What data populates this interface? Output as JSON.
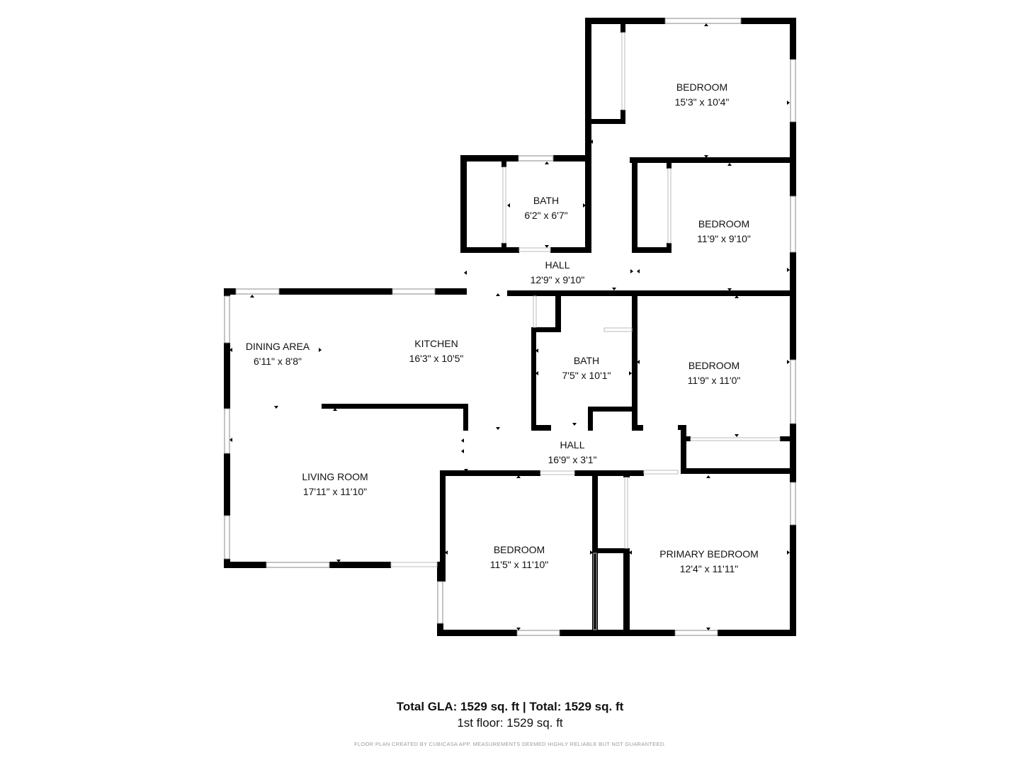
{
  "rooms": {
    "bedroom_top": {
      "name": "BEDROOM",
      "size": "15'3\" x 10'4\""
    },
    "bath_top": {
      "name": "BATH",
      "size": "6'2\" x 6'7\""
    },
    "bedroom_mid": {
      "name": "BEDROOM",
      "size": "11'9\" x 9'10\""
    },
    "hall_upper": {
      "name": "HALL",
      "size": "12'9\" x 9'10\""
    },
    "dining": {
      "name": "DINING AREA",
      "size": "6'11\" x 8'8\""
    },
    "kitchen": {
      "name": "KITCHEN",
      "size": "16'3\" x 10'5\""
    },
    "bath_center": {
      "name": "BATH",
      "size": "7'5\" x 10'1\""
    },
    "bedroom_right": {
      "name": "BEDROOM",
      "size": "11'9\" x 11'0\""
    },
    "hall_lower": {
      "name": "HALL",
      "size": "16'9\" x 3'1\""
    },
    "living": {
      "name": "LIVING ROOM",
      "size": "17'11\" x 11'10\""
    },
    "bedroom_bottom": {
      "name": "BEDROOM",
      "size": "11'5\" x 11'10\""
    },
    "primary_bedroom": {
      "name": "PRIMARY BEDROOM",
      "size": "12'4\" x 11'11\""
    }
  },
  "footer": {
    "total": "Total GLA: 1529 sq. ft | Total: 1529 sq. ft",
    "floor": "1st floor: 1529 sq. ft",
    "disclaimer": "FLOOR PLAN CREATED BY CUBICASA APP. MEASUREMENTS DEEMED HIGHLY RELIABLE BUT NOT GUARANTEED."
  },
  "colors": {
    "wall": "#000000",
    "background": "#ffffff",
    "window_frame": "#888888"
  }
}
